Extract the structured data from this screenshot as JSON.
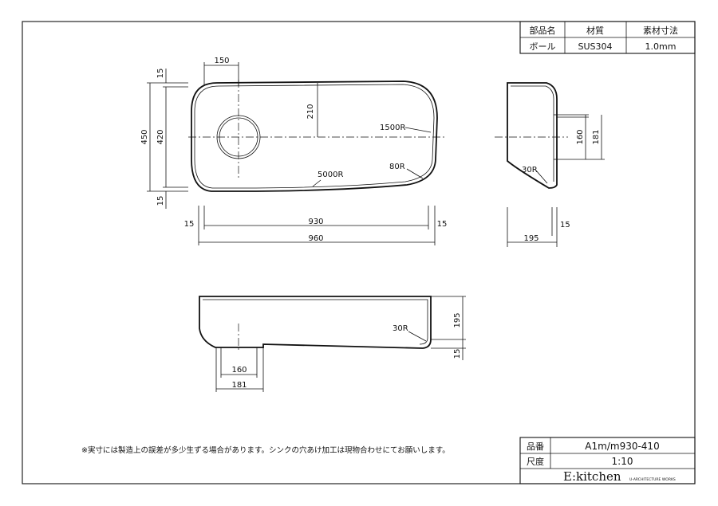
{
  "parts_table": {
    "headers": [
      "部品名",
      "材質",
      "素材寸法"
    ],
    "row": [
      "ボール",
      "SUS304",
      "1.0mm"
    ]
  },
  "top_view": {
    "width_inner": "930",
    "width_outer": "960",
    "height_outer": "450",
    "height_inner": "420",
    "margin_top": "15",
    "margin_bottom": "15",
    "margin_left": "15",
    "margin_right": "15",
    "drain_offset_x": "150",
    "drain_offset_y": "210",
    "radius_side": "1500R",
    "radius_bottom": "5000R",
    "radius_corner": "80R"
  },
  "side_view": {
    "depth": "195",
    "outlet_inner": "160",
    "outlet_outer": "181",
    "rim": "15",
    "radius": "30R"
  },
  "front_view": {
    "depth": "195",
    "rim": "15",
    "outlet_inner": "160",
    "outlet_outer": "181",
    "radius": "30R"
  },
  "note": "※実寸には製造上の誤差が多少生ずる場合があります。シンクの穴あけ加工は現物合わせにてお願いします。",
  "title_block": {
    "product_label": "品番",
    "product_value": "A1m/m930-410",
    "scale_label": "尺度",
    "scale_value": "1:10",
    "brand": "E:kitchen",
    "brand_sub": "U-ARCHITECTURE WORKS"
  }
}
